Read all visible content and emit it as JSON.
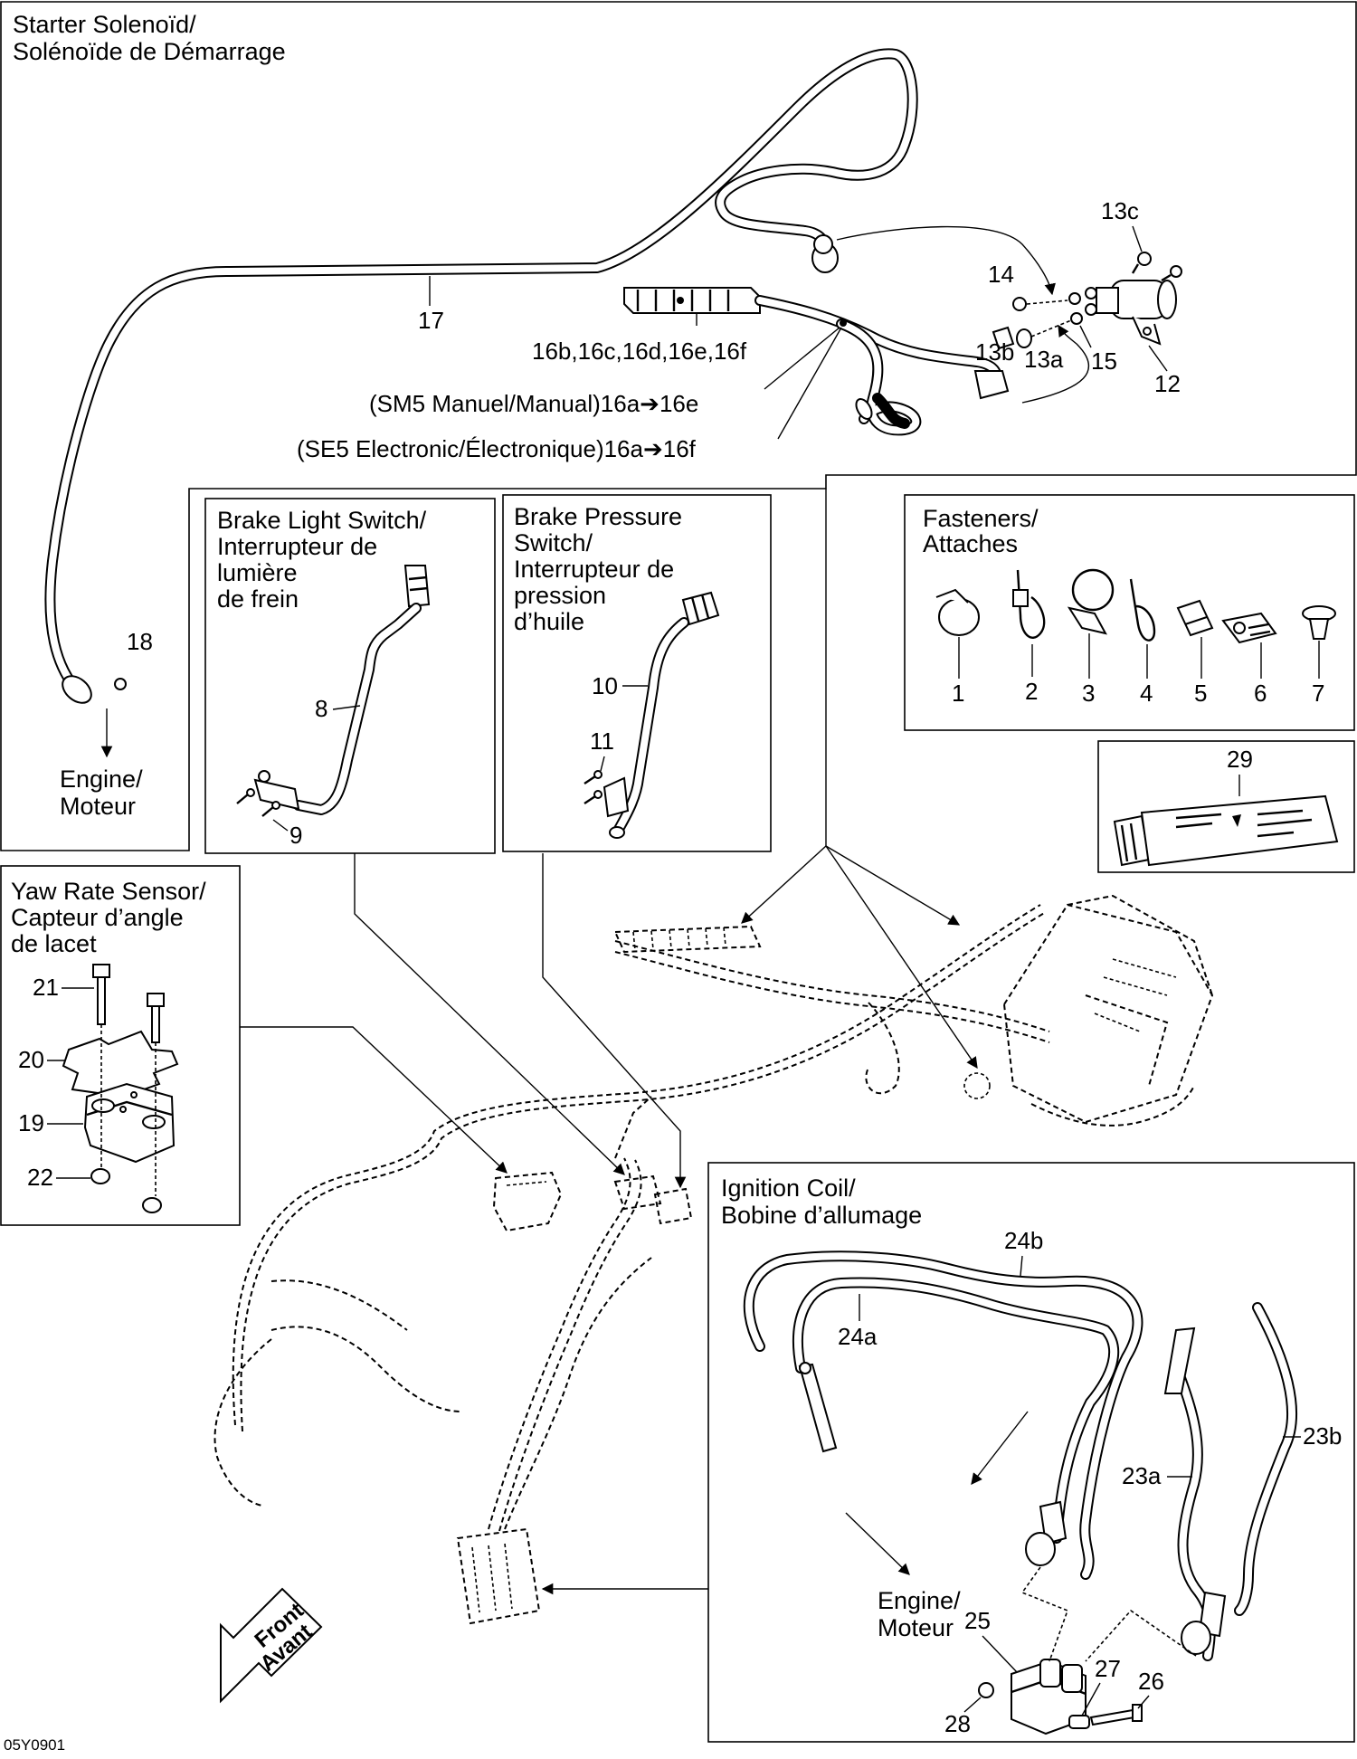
{
  "starter_solenoid": {
    "title_line1": "Starter Solenoïd/",
    "title_line2": "Solénoïde de Démarrage",
    "item_17": "17",
    "item_16": "16b,16c,16d,16e,16f",
    "sm5_note": "(SM5 Manuel/Manual)16a➔16e",
    "se5_note": "(SE5 Electronic/Électronique)16a➔16f",
    "item_13c": "13c",
    "item_14": "14",
    "item_13b": "13b",
    "item_13a": "13a",
    "item_15": "15",
    "item_12": "12",
    "item_18": "18",
    "engine_line1": "Engine/",
    "engine_line2": "Moteur"
  },
  "brake_light_switch": {
    "title_line1": "Brake Light Switch/",
    "title_line2": "Interrupteur de",
    "title_line3": "lumière",
    "title_line4": "de frein",
    "item_8": "8",
    "item_9": "9"
  },
  "brake_pressure_switch": {
    "title_line1": "Brake Pressure",
    "title_line2": "Switch/",
    "title_line3": "Interrupteur de",
    "title_line4": "pression",
    "title_line5": "d’huile",
    "item_10": "10",
    "item_11": "11"
  },
  "fasteners": {
    "title_line1": "Fasteners/",
    "title_line2": "Attaches",
    "items": [
      "1",
      "2",
      "3",
      "4",
      "5",
      "6",
      "7"
    ]
  },
  "compound": {
    "item_29": "29"
  },
  "yaw_rate_sensor": {
    "title_line1": "Yaw Rate Sensor/",
    "title_line2": "Capteur d’angle",
    "title_line3": "de lacet",
    "item_21": "21",
    "item_20": "20",
    "item_19": "19",
    "item_22": "22"
  },
  "ignition_coil": {
    "title_line1": "Ignition Coil/",
    "title_line2": "Bobine d’allumage",
    "item_24b": "24b",
    "item_24a": "24a",
    "engine_line1": "Engine/",
    "engine_line2": "Moteur",
    "item_23a": "23a",
    "item_23b": "23b",
    "item_25": "25",
    "item_27": "27",
    "item_26": "26",
    "item_28": "28"
  },
  "front_arrow": {
    "line1": "Front",
    "line2": "Avant"
  },
  "footer": {
    "code": "05Y0901"
  }
}
